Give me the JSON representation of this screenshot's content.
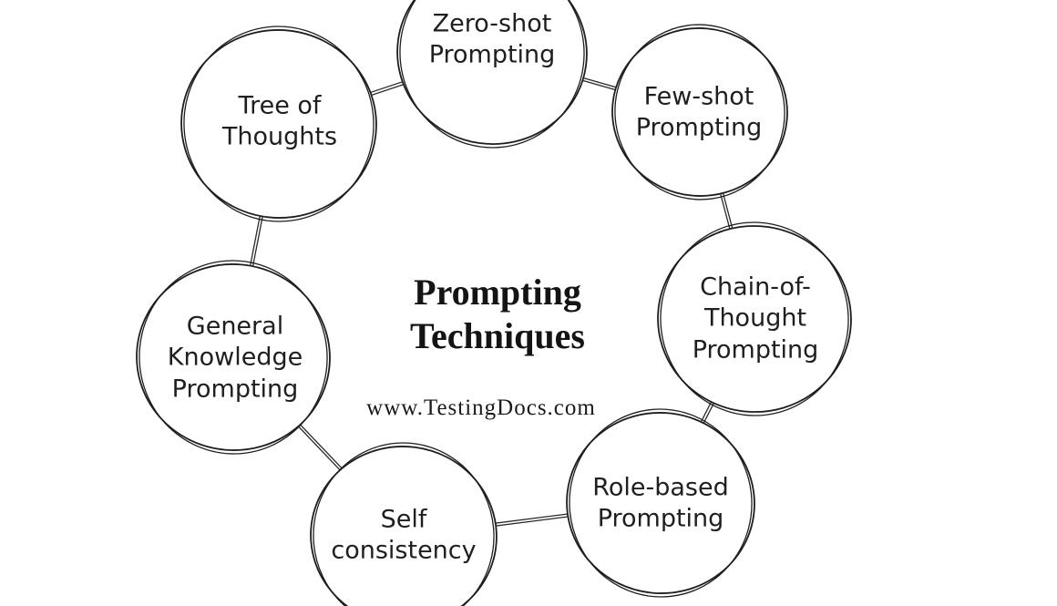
{
  "diagram": {
    "title": "Prompting\nTechniques",
    "website": "www.TestingDocs.com",
    "nodes": [
      {
        "id": "zero-shot",
        "label": "Zero-shot\nPrompting"
      },
      {
        "id": "few-shot",
        "label": "Few-shot\nPrompting"
      },
      {
        "id": "chain-of-thought",
        "label": "Chain-of-\nThought\nPrompting"
      },
      {
        "id": "role-based",
        "label": "Role-based\nPrompting"
      },
      {
        "id": "self-consistency",
        "label": "Self\nconsistency"
      },
      {
        "id": "general-knowledge",
        "label": "General\nKnowledge\nPrompting"
      },
      {
        "id": "tree-of-thoughts",
        "label": "Tree of\nThoughts"
      }
    ]
  }
}
